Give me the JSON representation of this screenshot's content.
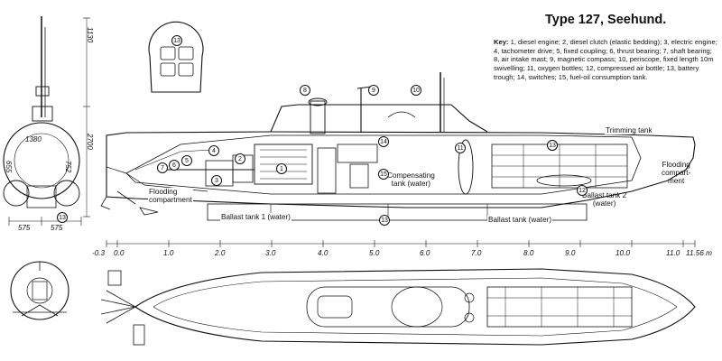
{
  "title": "Type 127, Seehund.",
  "key": {
    "heading": "Key:",
    "text": "1, diesel engine; 2, diesel clutch (elastic bedding); 3, electric engine; 4, tachometer drive; 5, fixed coupling; 6, thrust bearing; 7, shaft bearing; 8, air intake mast; 9, magnetic compass; 10, periscope, fixed length 10m swivelling; 11, oxygen bottles; 12, compressed air bottle; 13, battery trough; 14, switches; 15, fuel-oil consumption tank."
  },
  "labels": {
    "trimming_tank": "Trimming tank",
    "flooding_fwd": "Flooding\ncompartment",
    "flooding_aft": "Flooding\ncompart-\nment",
    "compensating": "Compensating\ntank (water)",
    "ballast1": "Ballast tank 1 (water)",
    "ballast_water": "Ballast tank (water)",
    "ballast2": "Ballast tank 2\n(water)"
  },
  "scale_ticks": [
    "-0.3",
    "0.0",
    "1.0",
    "2.0",
    "3.0",
    "4.0",
    "5.0",
    "6.0",
    "7.0",
    "8.0",
    "9.0",
    "10.0",
    "11.0",
    "11.56 m"
  ],
  "dimensions": {
    "height_top": "1130",
    "height_hull": "2700",
    "width_a": "575",
    "width_b": "575",
    "d_1380": "1380",
    "d_655": "655",
    "d_752": "752"
  },
  "callouts": [
    "1",
    "2",
    "3",
    "4",
    "5",
    "6",
    "7",
    "8",
    "9",
    "10",
    "11",
    "12",
    "13",
    "13",
    "13",
    "13",
    "14",
    "15",
    "13"
  ]
}
